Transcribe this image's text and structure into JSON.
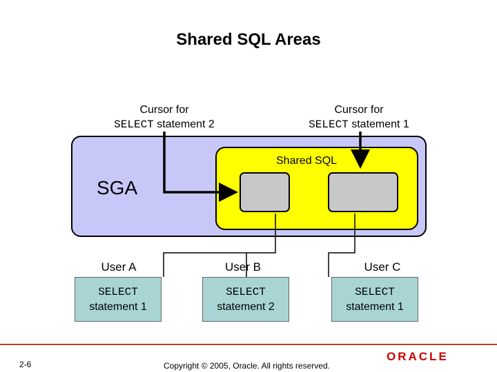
{
  "title": "Shared SQL Areas",
  "cursors": [
    {
      "line1": "Cursor for",
      "keyword": "SELECT",
      "rest": " statement 2"
    },
    {
      "line1": "Cursor for",
      "keyword": "SELECT",
      "rest": " statement 1"
    }
  ],
  "sga_label": "SGA",
  "shared_sql_label": "Shared SQL",
  "users": [
    {
      "label": "User A",
      "keyword": "SELECT",
      "statement": "statement 1"
    },
    {
      "label": "User B",
      "keyword": "SELECT",
      "statement": "statement 2"
    },
    {
      "label": "User C",
      "keyword": "SELECT",
      "statement": "statement 1"
    }
  ],
  "footer": {
    "page_number": "2-6",
    "copyright": "Copyright © 2005, Oracle.  All rights reserved.",
    "logo": "ORACLE"
  },
  "colors": {
    "sga_fill": "#c8c8f8",
    "shared_sql_fill": "#ffff00",
    "area_fill": "#c8c8c8",
    "statement_fill": "#a8d4d4",
    "brand": "#cc0000"
  }
}
